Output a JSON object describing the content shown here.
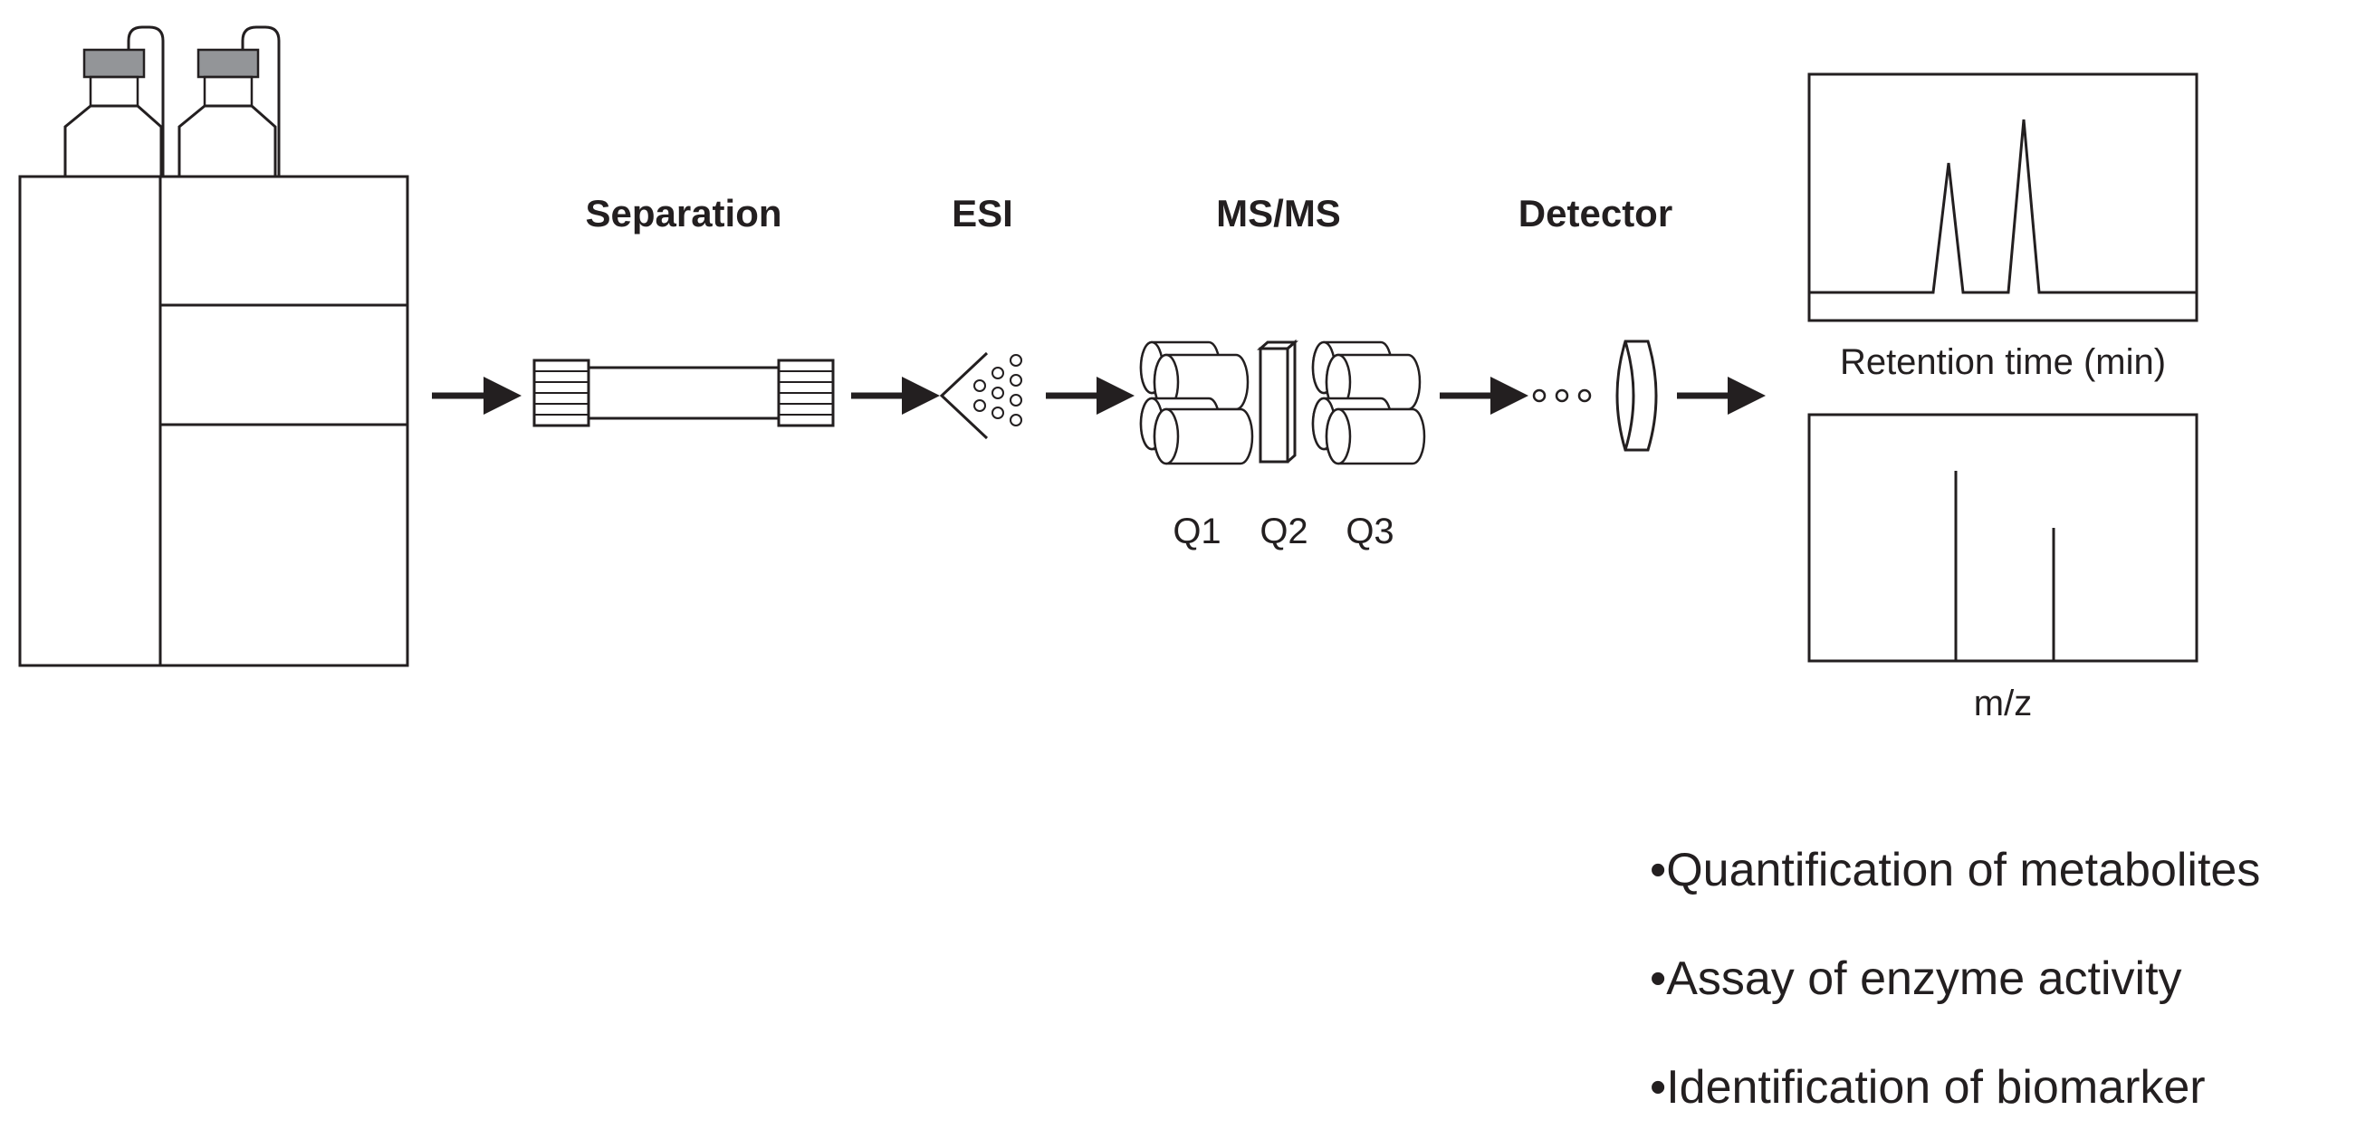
{
  "stages": {
    "separation": "Separation",
    "esi": "ESI",
    "msms": "MS/MS",
    "detector": "Detector"
  },
  "quadrupoles": [
    "Q1",
    "Q2",
    "Q3"
  ],
  "plots": {
    "chromatogram_xlabel": "Retention time (min)",
    "spectrum_xlabel": "m/z"
  },
  "applications": [
    "•Quantification of metabolites",
    "•Assay of enzyme activity",
    "•Identification of biomarker"
  ],
  "colors": {
    "line": "#231f20",
    "cap": "#939598",
    "arrow": "#231f20"
  }
}
